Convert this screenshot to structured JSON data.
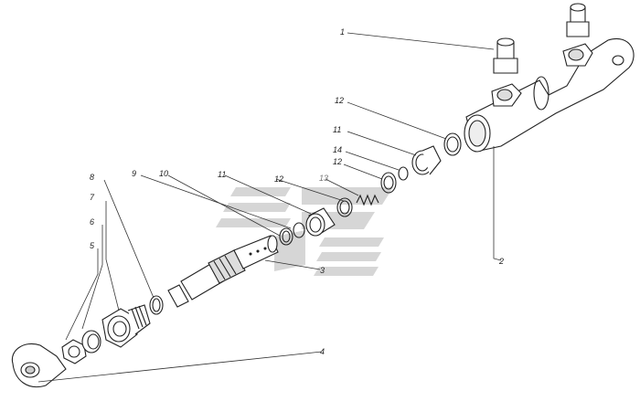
{
  "callouts": [
    {
      "id": "c1",
      "text": "1"
    },
    {
      "id": "c2",
      "text": "2"
    },
    {
      "id": "c3",
      "text": "3"
    },
    {
      "id": "c4",
      "text": "4"
    },
    {
      "id": "c5",
      "text": "5"
    },
    {
      "id": "c6",
      "text": "6"
    },
    {
      "id": "c7",
      "text": "7"
    },
    {
      "id": "c8",
      "text": "8"
    },
    {
      "id": "c9",
      "text": "9"
    },
    {
      "id": "c10",
      "text": "10"
    },
    {
      "id": "c11a",
      "text": "11"
    },
    {
      "id": "c11b",
      "text": "11"
    },
    {
      "id": "c12a",
      "text": "12"
    },
    {
      "id": "c12b",
      "text": "12"
    },
    {
      "id": "c12c",
      "text": "12"
    },
    {
      "id": "c13",
      "text": "13"
    },
    {
      "id": "c14",
      "text": "14"
    }
  ],
  "colors": {
    "line": "#222222",
    "watermark": "#d8d8d8",
    "fill": "#ffffff",
    "shade": "#cccccc"
  }
}
